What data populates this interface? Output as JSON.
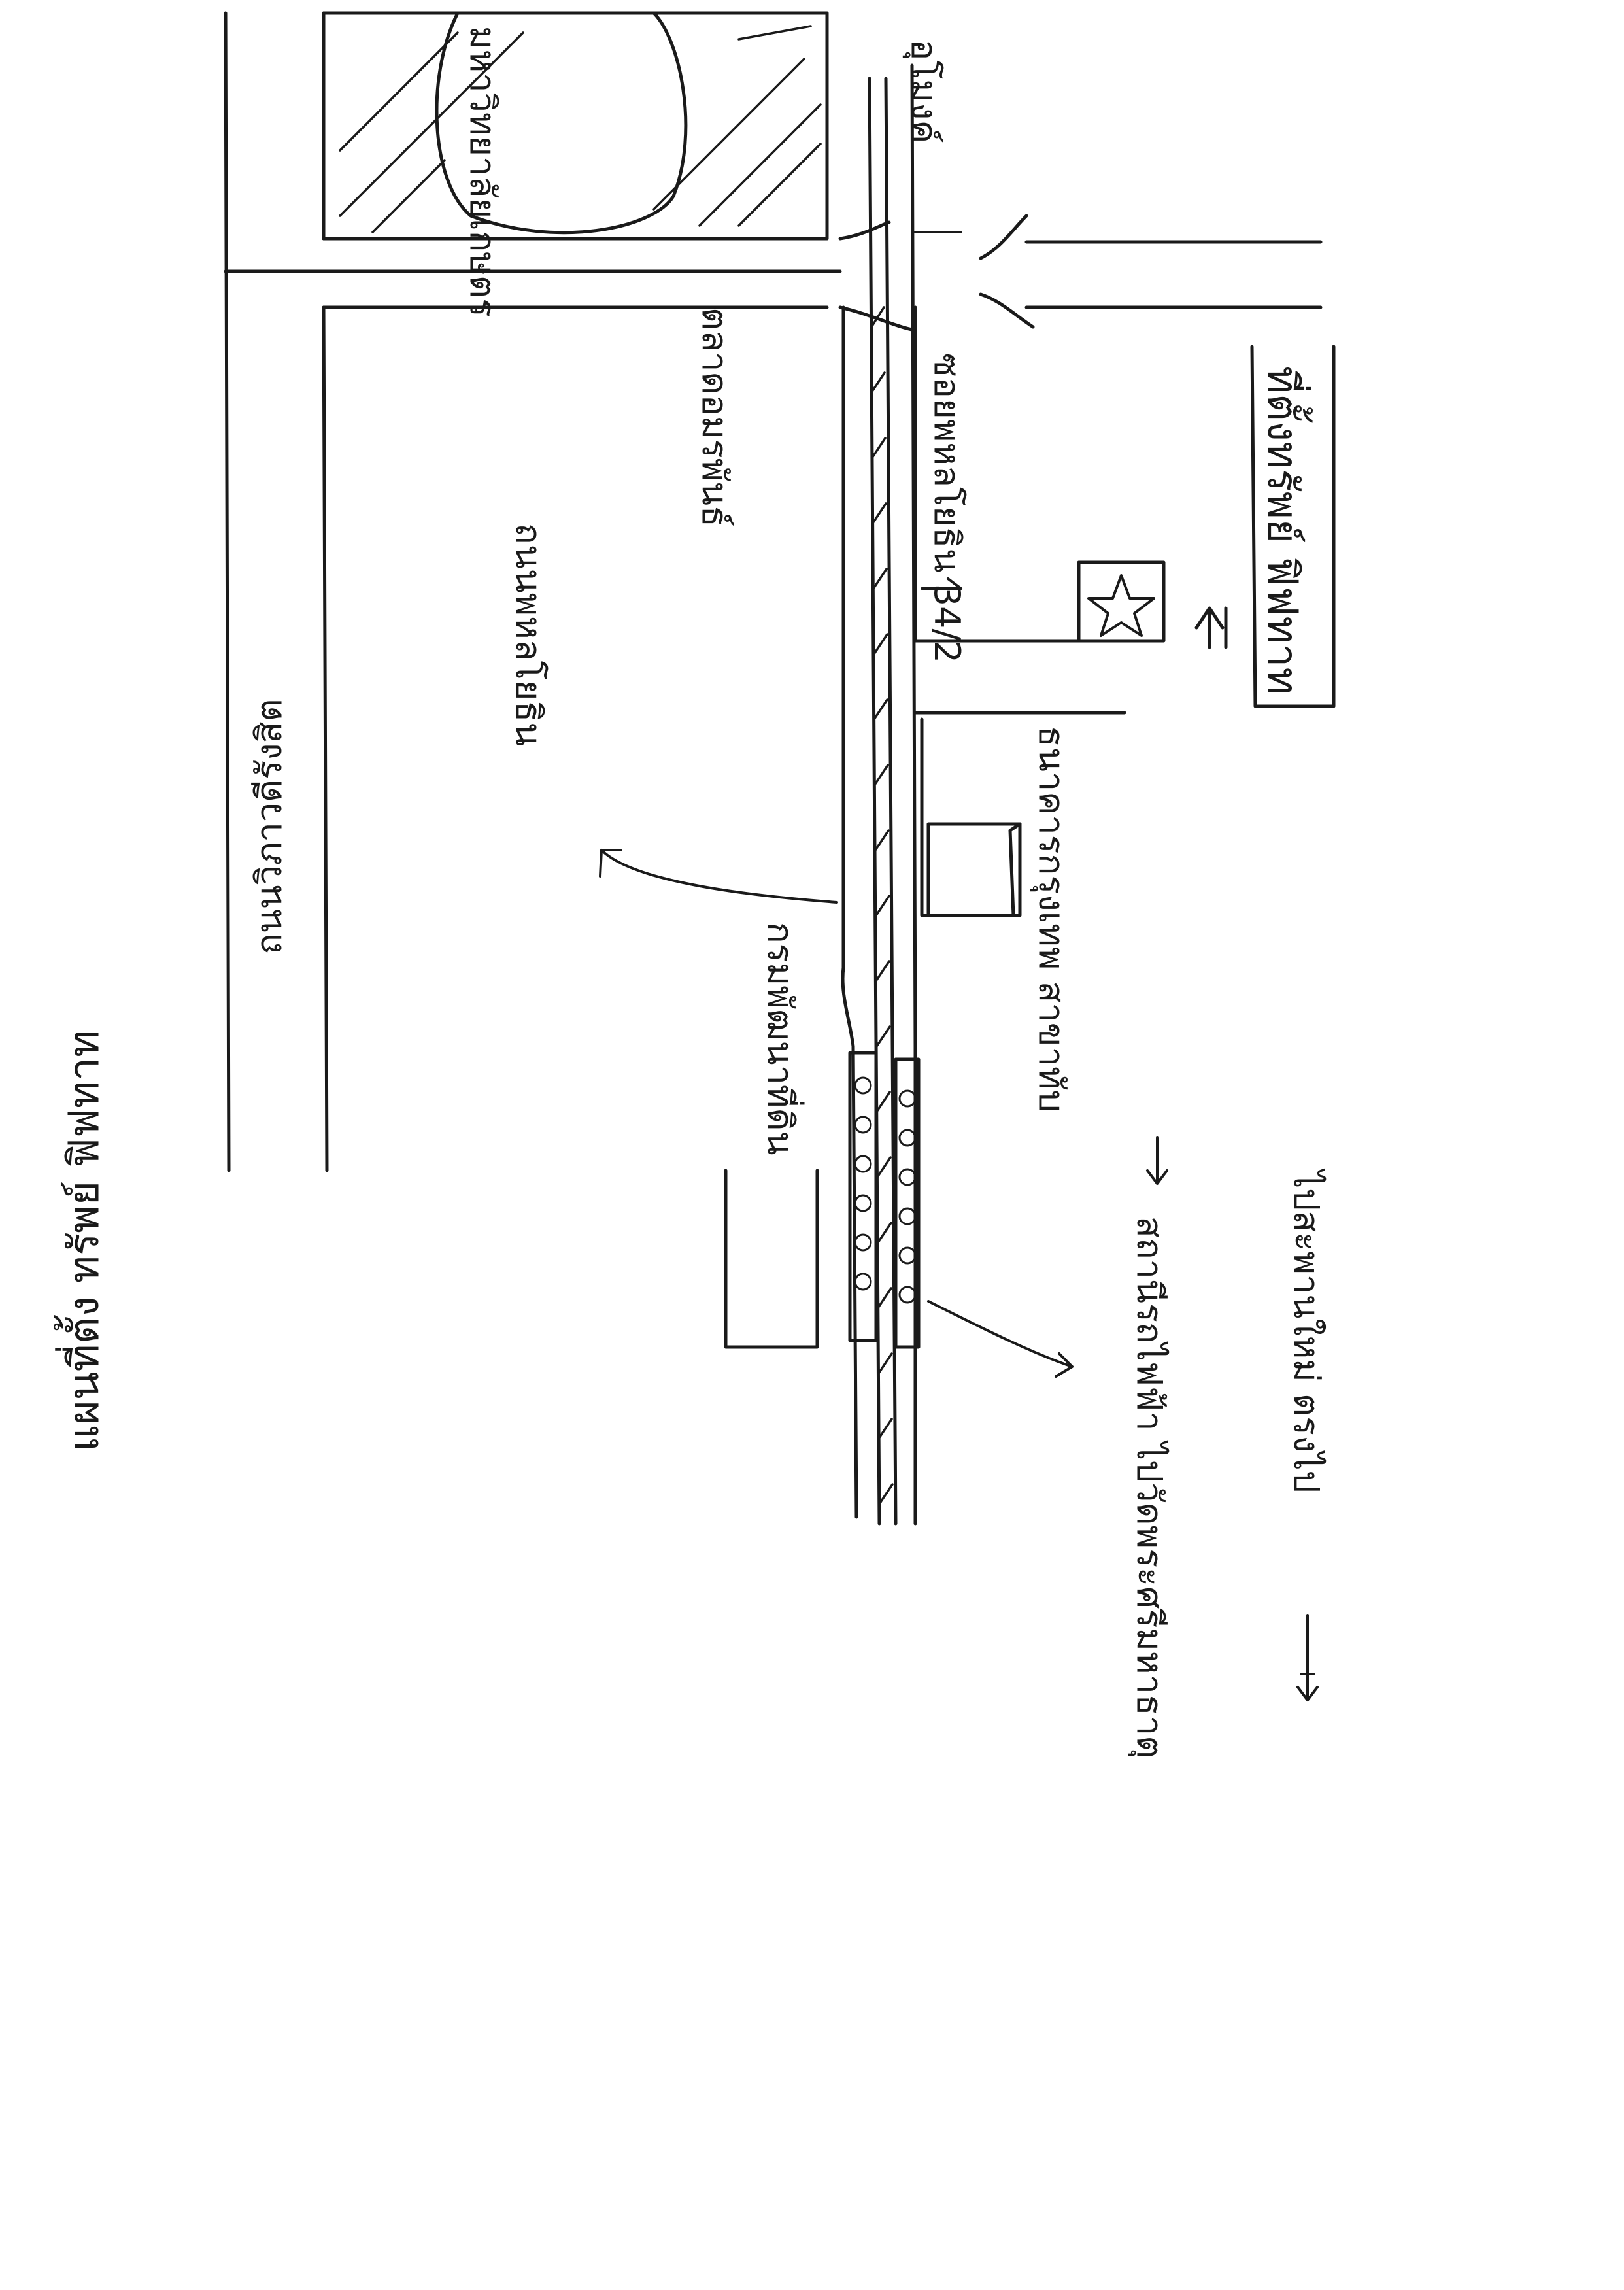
{
  "map": {
    "title": "แผนที่ตั้ง ทรัพย์ ฟิฟทาท",
    "labels": {
      "road_east": "ถนนพหลโยธิน",
      "road_west": "ถนนวิภาวดีรังสิต",
      "university": "มหาวิทยาลัยเกษตร",
      "market": "ตลาดอมรพันธ์",
      "soi": "ซอยพหลโยธิน 34/2",
      "shop_building": "ธนาคารกรุงเทพ สาขาทับ",
      "police": "กรมพัฒนาที่ดิน",
      "bts_station": "สถานีรถไฟฟ้า ไปวัดพระศรีมหาธาตุ",
      "radio_to": "ไปสะพานใหม่ ตรงไป",
      "property": "ที่ตั้งทรัพย์ ฟิฟทาท",
      "tunnel": "อุโมงค์"
    }
  }
}
